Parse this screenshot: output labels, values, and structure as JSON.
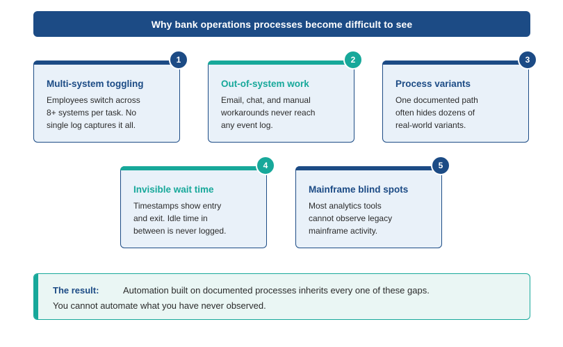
{
  "title": "Why bank operations processes become difficult to see",
  "cards": [
    {
      "number": "1",
      "title": "Multi-system toggling",
      "lines": [
        "Employees switch across",
        "8+ systems per task. No",
        "single log captures it all."
      ],
      "accent": "navy"
    },
    {
      "number": "2",
      "title": "Out-of-system work",
      "lines": [
        "Email, chat, and manual",
        "workarounds never reach",
        "any event log."
      ],
      "accent": "teal"
    },
    {
      "number": "3",
      "title": "Process variants",
      "lines": [
        "One documented path",
        "often hides dozens of",
        "real-world variants."
      ],
      "accent": "navy"
    },
    {
      "number": "4",
      "title": "Invisible wait time",
      "lines": [
        "Timestamps show entry",
        "and exit. Idle time in",
        "between is never logged."
      ],
      "accent": "teal"
    },
    {
      "number": "5",
      "title": "Mainframe blind spots",
      "lines": [
        "Most analytics tools",
        "cannot observe legacy",
        "mainframe activity."
      ],
      "accent": "navy"
    }
  ],
  "result": {
    "label": "The result:",
    "line1": "Automation built on documented processes inherits every one of these gaps.",
    "line2": "You cannot automate what you have never observed."
  },
  "colors": {
    "navy": "#1c4b85",
    "teal": "#17a89a",
    "card_bg": "#e9f1f9",
    "result_bg": "#eaf6f4"
  }
}
